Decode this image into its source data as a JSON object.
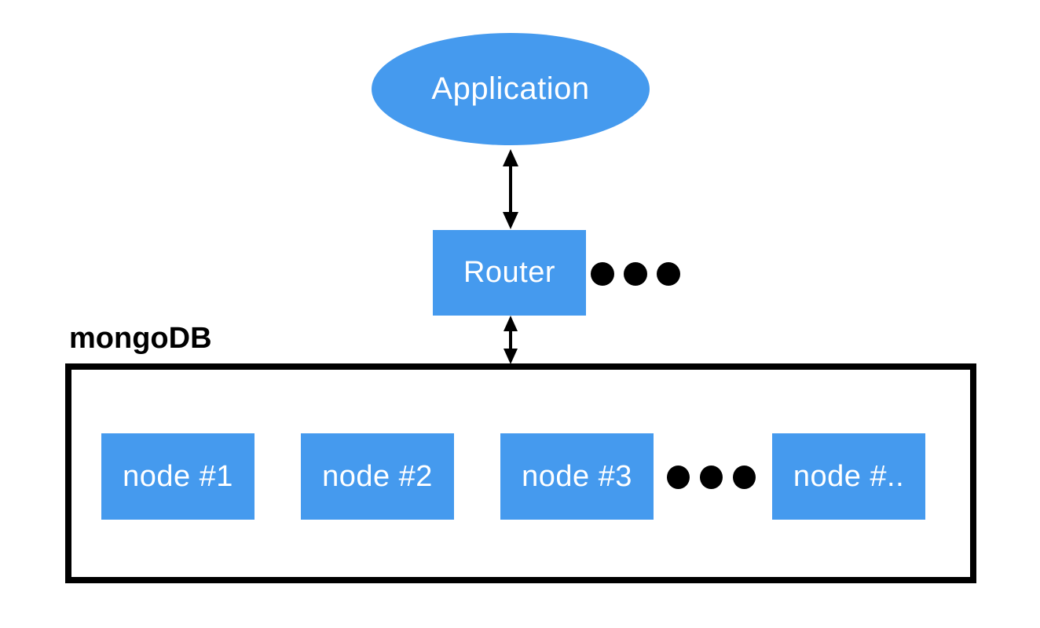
{
  "colors": {
    "shape_fill_blue": "#459AEE",
    "shape_text_white": "#FFFFFF",
    "outline_black": "#000000",
    "background": "#FFFFFF"
  },
  "application": {
    "label": "Application"
  },
  "router": {
    "label": "Router"
  },
  "router_ellipsis": {
    "icon": "ellipsis-dots-icon",
    "dot_count": 3
  },
  "cluster": {
    "label": "mongoDB",
    "nodes": [
      {
        "label": "node #1"
      },
      {
        "label": "node #2"
      },
      {
        "label": "node #3"
      },
      {
        "label": "node #.."
      }
    ],
    "nodes_ellipsis": {
      "icon": "ellipsis-dots-icon",
      "dot_count": 3
    }
  },
  "arrows": [
    {
      "name": "application-router",
      "type": "double-headed-vertical"
    },
    {
      "name": "router-mongodb-cluster",
      "type": "double-headed-vertical"
    }
  ]
}
